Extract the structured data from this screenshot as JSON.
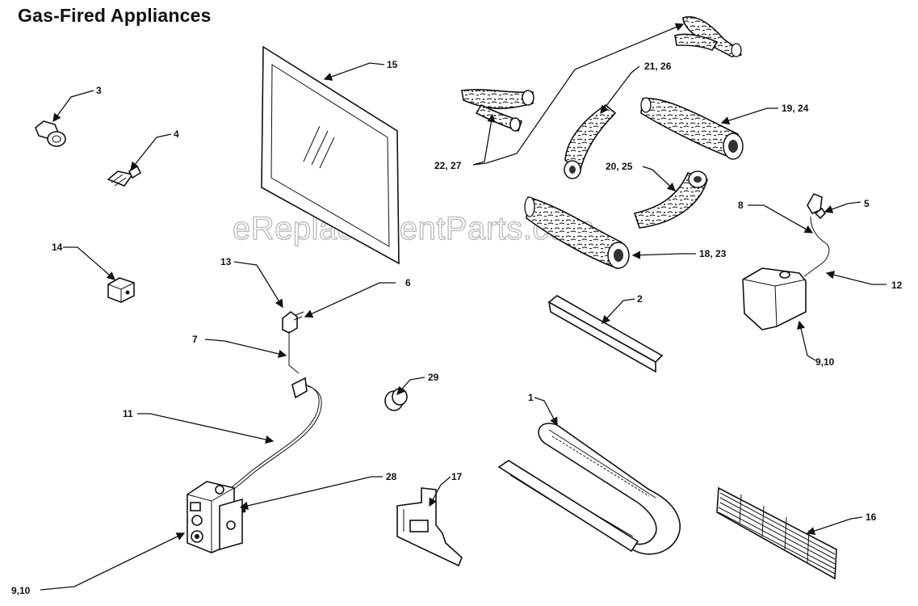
{
  "title": "Gas-Fired Appliances",
  "watermark": "eReplacementParts.com",
  "callouts": {
    "c1": "1",
    "c2": "2",
    "c3": "3",
    "c4": "4",
    "c5": "5",
    "c6": "6",
    "c7": "7",
    "c8": "8",
    "c9_10_top": "9,10",
    "c9_10_bottom": "9,10",
    "c11": "11",
    "c12": "12",
    "c13": "13",
    "c14": "14",
    "c15": "15",
    "c16": "16",
    "c17": "17",
    "c18_23": "18, 23",
    "c19_24": "19, 24",
    "c20_25": "20, 25",
    "c21_26": "21, 26",
    "c22_27": "22, 27",
    "c28": "28",
    "c29": "29"
  },
  "colors": {
    "ink": "#111111",
    "watermark": "#b9b9b9"
  }
}
